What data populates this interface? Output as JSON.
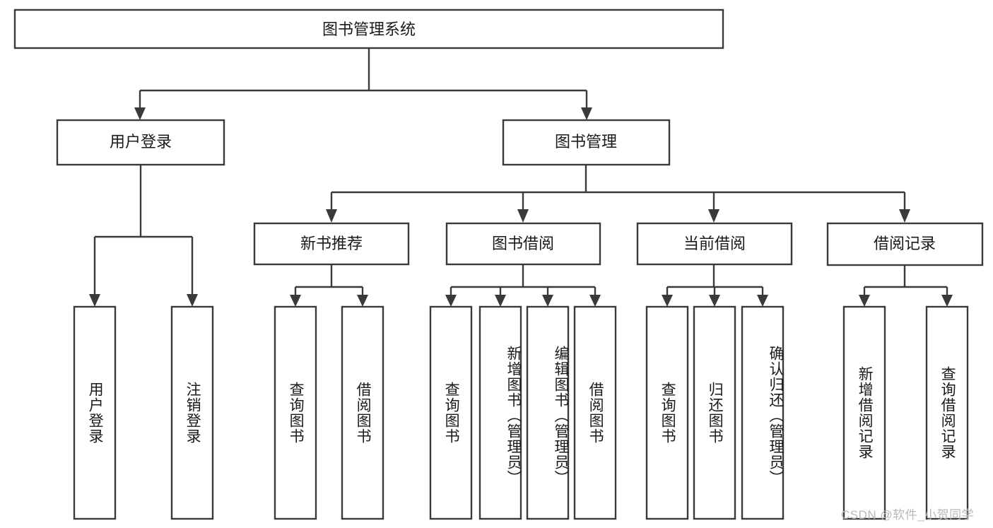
{
  "diagram": {
    "type": "tree-hierarchy",
    "title": "图书管理系统",
    "orientation": "top-down",
    "colors": {
      "box_stroke": "#3a3a3a",
      "box_fill": "#ffffff",
      "text": "#1a1a1a",
      "background": "#ffffff",
      "watermark": "#b9b9b9"
    },
    "levels": {
      "root": {
        "label": "图书管理系统"
      },
      "level2": [
        {
          "label": "用户登录"
        },
        {
          "label": "图书管理"
        }
      ],
      "level3": [
        {
          "label": "新书推荐",
          "parent": "图书管理"
        },
        {
          "label": "图书借阅",
          "parent": "图书管理"
        },
        {
          "label": "当前借阅",
          "parent": "图书管理"
        },
        {
          "label": "借阅记录",
          "parent": "图书管理"
        }
      ],
      "leaves": [
        {
          "label": "用户登录",
          "parent": "用户登录"
        },
        {
          "label": "注销登录",
          "parent": "用户登录"
        },
        {
          "label": "查询图书",
          "parent": "新书推荐"
        },
        {
          "label": "借阅图书",
          "parent": "新书推荐"
        },
        {
          "label": "查询图书",
          "parent": "图书借阅"
        },
        {
          "label": "新增图书（管理员）",
          "parent": "图书借阅"
        },
        {
          "label": "编辑图书（管理员）",
          "parent": "图书借阅"
        },
        {
          "label": "借阅图书",
          "parent": "图书借阅"
        },
        {
          "label": "查询图书",
          "parent": "当前借阅"
        },
        {
          "label": "归还图书",
          "parent": "当前借阅"
        },
        {
          "label": "确认归还（管理员）",
          "parent": "当前借阅"
        },
        {
          "label": "新增借阅记录",
          "parent": "借阅记录"
        },
        {
          "label": "查询借阅记录",
          "parent": "借阅记录"
        }
      ]
    }
  },
  "watermark": {
    "text": "CSDN @软件_小贺同学"
  }
}
